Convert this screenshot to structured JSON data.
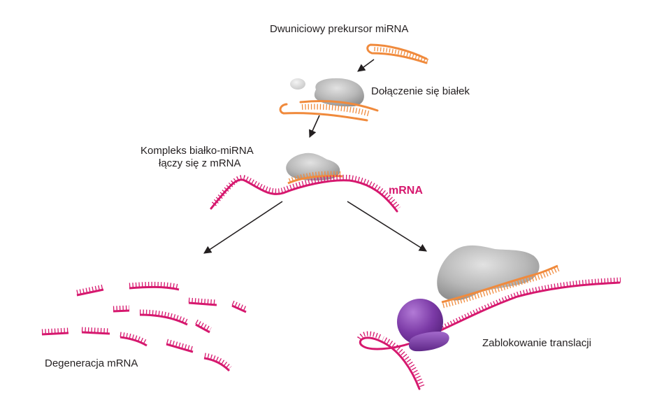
{
  "labels": {
    "precursor": "Dwuniciowy prekursor miRNA",
    "protein_binding": "Dołączenie się białek",
    "complex_line1": "Kompleks białko-miRNA",
    "complex_line2": "łączy się z mRNA",
    "mrna": "mRNA",
    "degradation": "Degeneracja mRNA",
    "blocked": "Zablokowanie translacji"
  },
  "colors": {
    "mirna": "#f08a3c",
    "mrna": "#d6186e",
    "protein": "#a9a9a9",
    "ribosome": "#7b3aa6",
    "arrow": "#231f20",
    "text": "#231f20"
  }
}
